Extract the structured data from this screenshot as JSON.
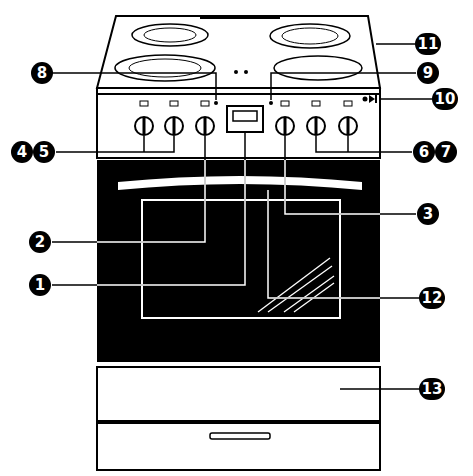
{
  "diagram": {
    "labels": [
      "11",
      "8",
      "9",
      "10",
      "4",
      "5",
      "6",
      "7",
      "3",
      "2",
      "1",
      "12",
      "13"
    ]
  }
}
